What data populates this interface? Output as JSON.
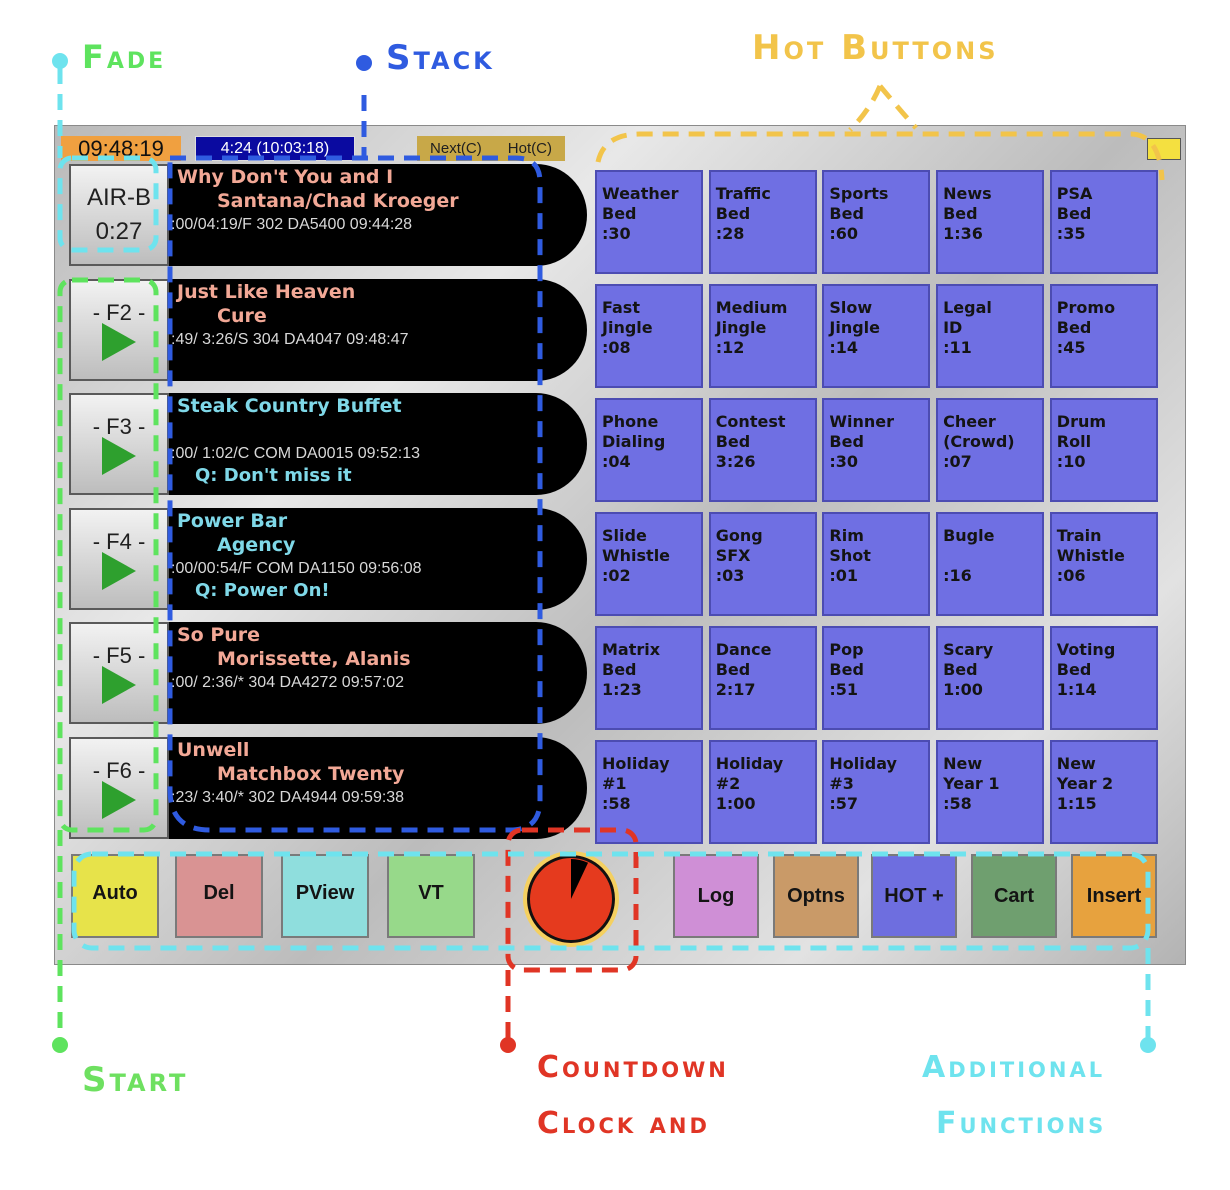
{
  "callouts": {
    "fade": "Fade",
    "stack": "Stack",
    "hot_buttons": "Hot Buttons",
    "start": "Start",
    "countdown_line1": "Countdown",
    "countdown_line2": "Clock and",
    "additional_line1": "Additional",
    "additional_line2": "Functions"
  },
  "status": {
    "clock": "09:48:19",
    "elapsed": "4:24 (10:03:18)",
    "next_label": "Next(C)",
    "hot_label": "Hot(C)"
  },
  "stack": [
    {
      "button_line1": "AIR-B",
      "button_line2": "0:27",
      "title": "Why Don't You and I",
      "artist": "Santana/Chad Kroeger",
      "meta": ":00/04:19/F  302  DA5400  09:44:28",
      "cue": "",
      "kind": "song"
    },
    {
      "button_line1": "- F2 -",
      "button_line2": "",
      "title": "Just Like Heaven",
      "artist": "Cure",
      "meta": ":49/ 3:26/S  304  DA4047  09:48:47",
      "cue": "",
      "kind": "song"
    },
    {
      "button_line1": "- F3 -",
      "button_line2": "",
      "title": "Steak Country Buffet",
      "artist": "",
      "meta": ":00/ 1:02/C  COM  DA0015  09:52:13",
      "cue": "Q: Don't miss it",
      "kind": "spot"
    },
    {
      "button_line1": "- F4 -",
      "button_line2": "",
      "title": "Power Bar",
      "artist": "Agency",
      "meta": ":00/00:54/F  COM  DA1150  09:56:08",
      "cue": "Q: Power On!",
      "kind": "spot"
    },
    {
      "button_line1": "- F5 -",
      "button_line2": "",
      "title": "So Pure",
      "artist": "Morissette, Alanis",
      "meta": ":00/ 2:36/*  304  DA4272  09:57:02",
      "cue": "",
      "kind": "song"
    },
    {
      "button_line1": "- F6 -",
      "button_line2": "",
      "title": "Unwell",
      "artist": "Matchbox Twenty",
      "meta": ":23/ 3:40/*  302  DA4944  09:59:38",
      "cue": "",
      "kind": "song"
    }
  ],
  "hot_buttons": [
    "Weather\nBed\n:30",
    "Traffic\nBed\n:28",
    "Sports\nBed\n:60",
    "News\nBed\n1:36",
    "PSA\nBed\n:35",
    "Fast\nJingle\n:08",
    "Medium\nJingle\n:12",
    "Slow\nJingle\n:14",
    "Legal\nID\n:11",
    "Promo\nBed\n:45",
    "Phone\nDialing\n:04",
    "Contest\nBed\n3:26",
    "Winner\nBed\n:30",
    "Cheer\n(Crowd)\n:07",
    "Drum\nRoll\n:10",
    "Slide\nWhistle\n:02",
    "Gong\nSFX\n:03",
    "Rim\nShot\n:01",
    "Bugle\n\n:16",
    "Train\nWhistle\n:06",
    "Matrix\nBed\n1:23",
    "Dance\nBed\n2:17",
    "Pop\nBed\n:51",
    "Scary\nBed\n1:00",
    "Voting\nBed\n1:14",
    "Holiday\n#1\n:58",
    "Holiday\n#2\n1:00",
    "Holiday\n#3\n:57",
    "New\nYear 1\n:58",
    "New\nYear 2\n1:15"
  ],
  "functions": [
    {
      "label": "Auto",
      "color": "#e7e34a"
    },
    {
      "label": "Del",
      "color": "#d99393"
    },
    {
      "label": "PView",
      "color": "#8fdedd"
    },
    {
      "label": "VT",
      "color": "#97d98a"
    },
    {
      "label": "Log",
      "color": "#cf8fd6"
    },
    {
      "label": "Optns",
      "color": "#c99a68"
    },
    {
      "label": "HOT +",
      "color": "#6e6edf"
    },
    {
      "label": "Cart",
      "color": "#6f9f6f"
    },
    {
      "label": "Insert",
      "color": "#e7a23e"
    }
  ],
  "countdown": {
    "remaining_fraction": 0.93
  },
  "colors": {
    "fade": "#5ee35e",
    "stack": "#2f5be0",
    "hot": "#f2c44a",
    "countdown": "#e03525",
    "additional": "#6ee3ee"
  }
}
